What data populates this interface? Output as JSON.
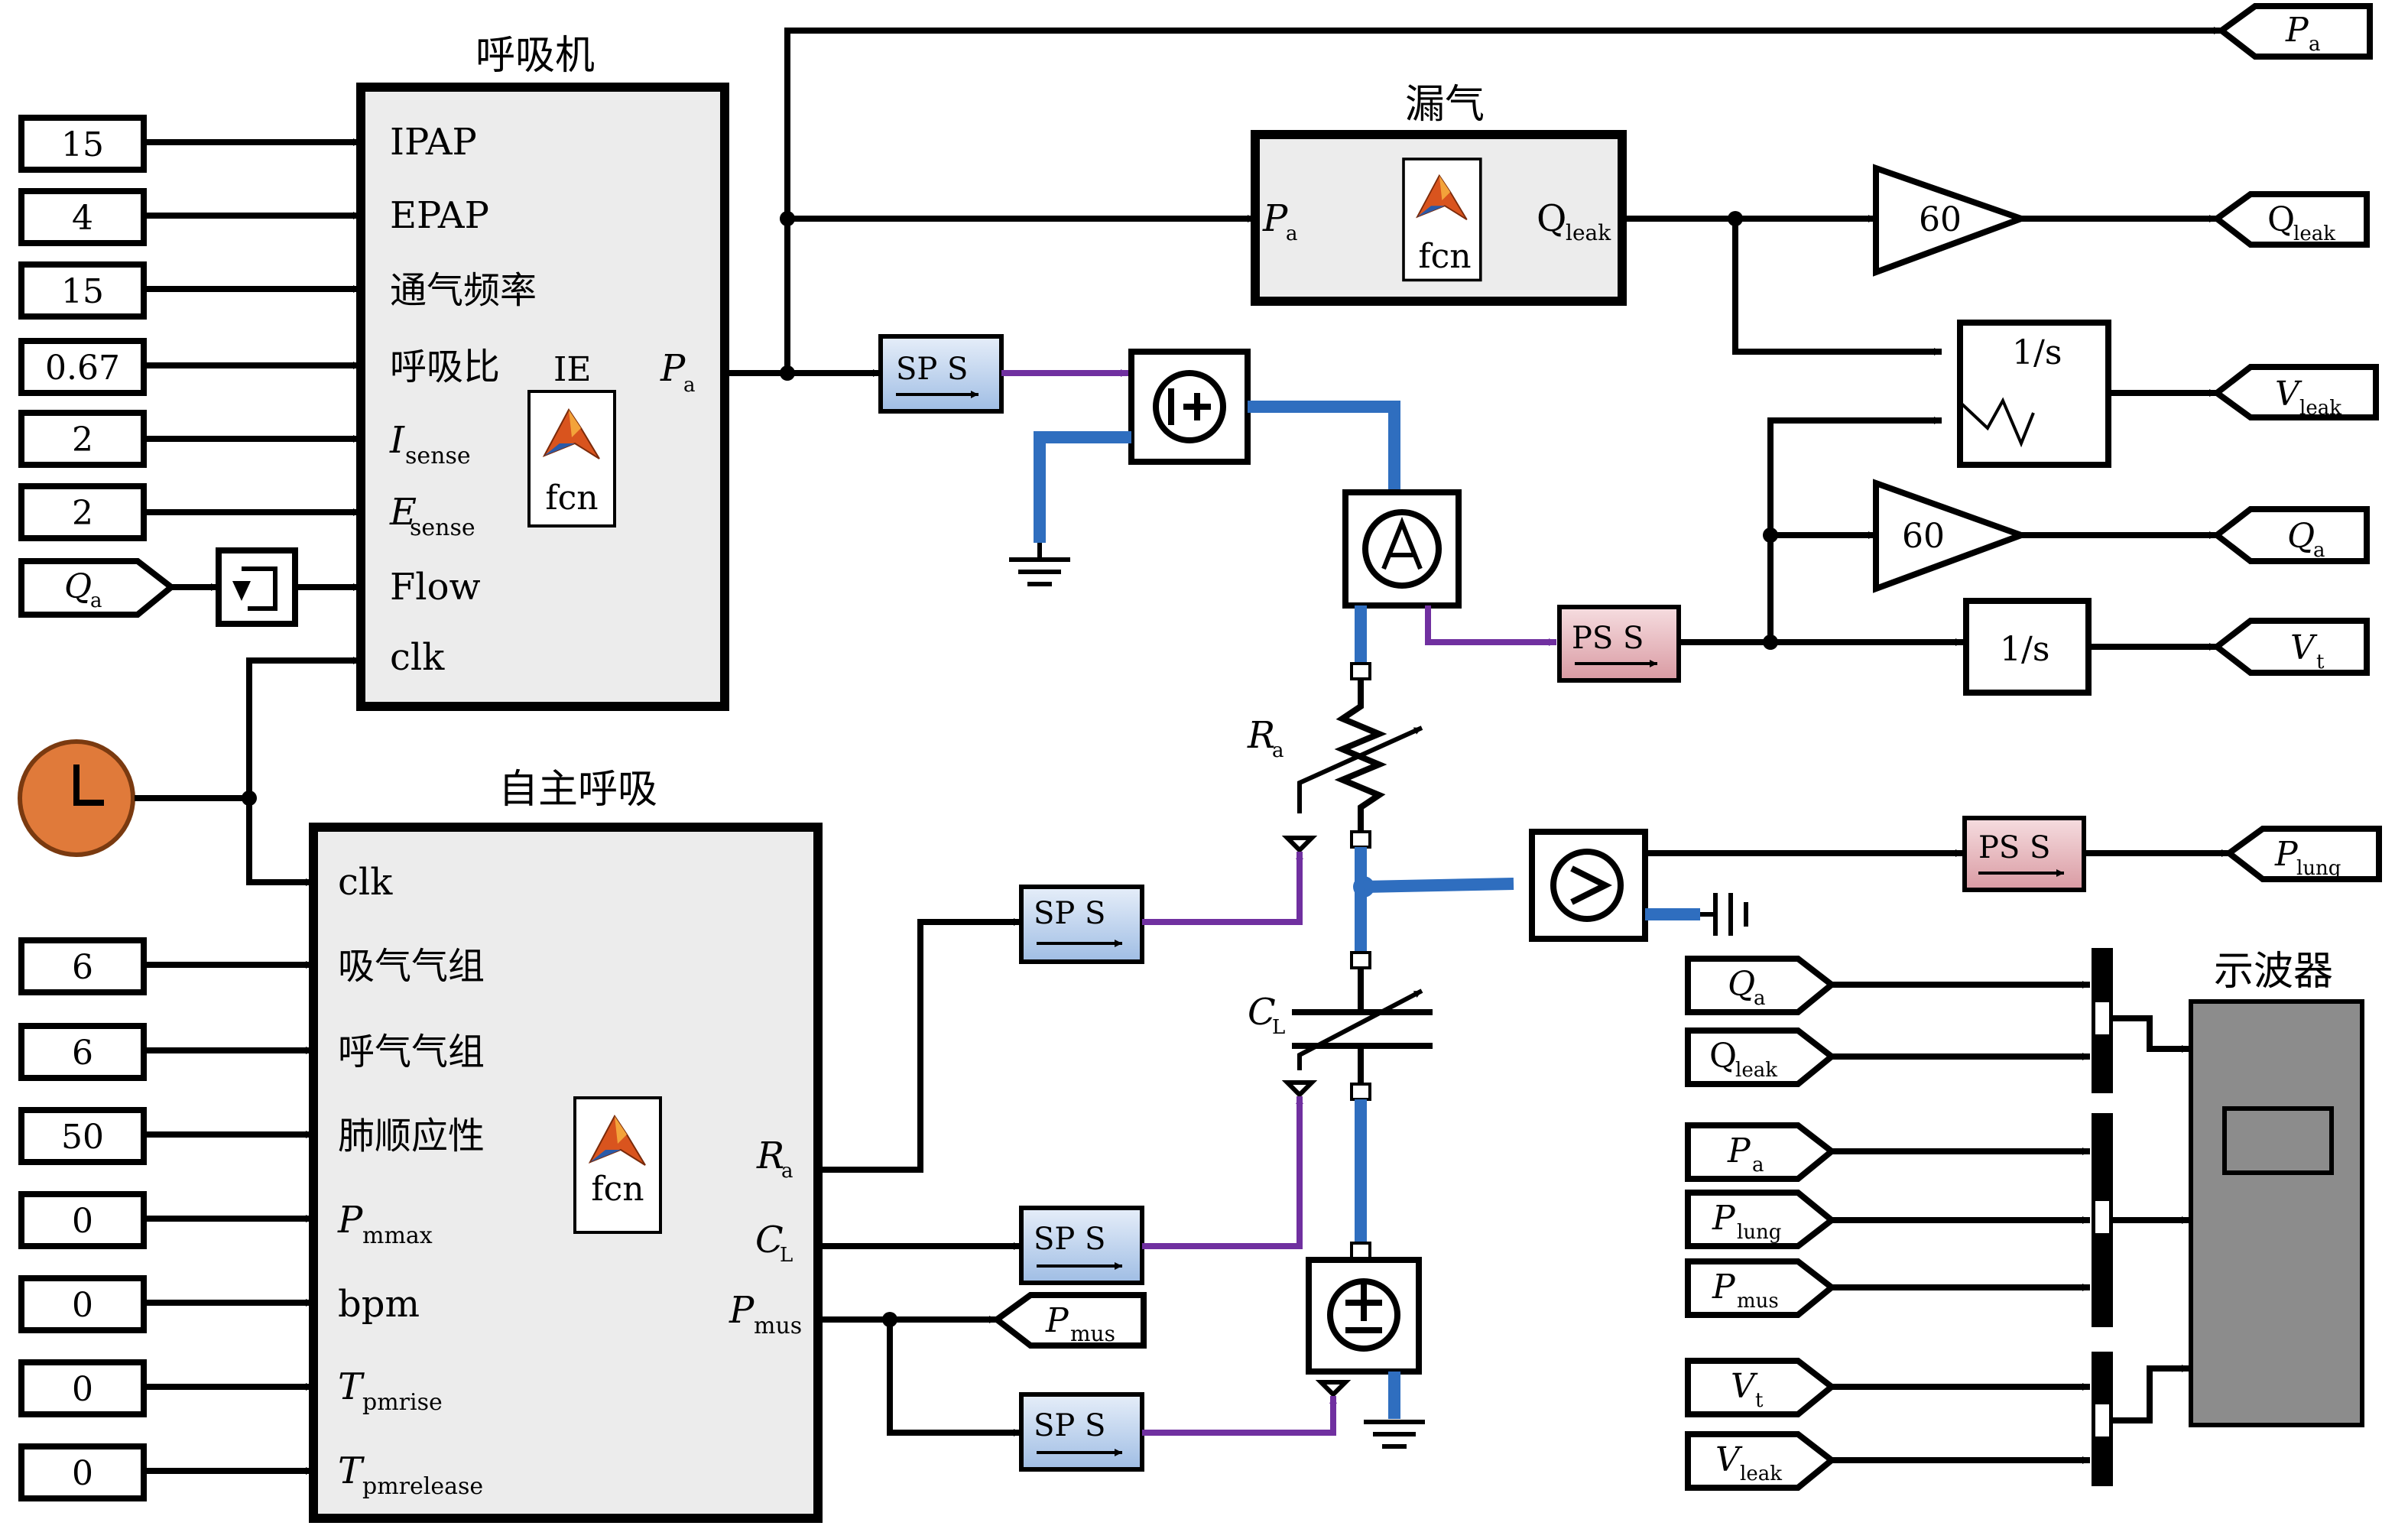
{
  "ventilator": {
    "title": "呼吸机",
    "ports_in": [
      "IPAP",
      "EPAP",
      "通气频率",
      "呼吸比",
      "I",
      "E",
      "Flow",
      "clk"
    ],
    "port_subs": {
      "isense": "sense",
      "esense": "sense"
    },
    "center_label": "IE",
    "fcn_label": "fcn",
    "out_main": "P",
    "out_sub": "a"
  },
  "ventilator_constants": [
    "15",
    "4",
    "15",
    "0.67",
    "2",
    "2"
  ],
  "flow_source": {
    "main": "Q",
    "sub": "a"
  },
  "leak": {
    "title": "漏气",
    "in_main": "P",
    "in_sub": "a",
    "fcn_label": "fcn",
    "out_main": "Q",
    "out_sub": "leak"
  },
  "spontaneous": {
    "title": "自主呼吸",
    "ports_in": [
      "clk",
      "吸气气组",
      "呼气气组",
      "肺顺应性",
      "P",
      "bpm",
      "T",
      "T"
    ],
    "port_subs": {
      "pmmax": "mmax",
      "tpmrise": "pmrise",
      "tpmrelease": "pmrelease"
    },
    "fcn_label": "fcn",
    "outs": [
      {
        "main": "R",
        "sub": "a"
      },
      {
        "main": "C",
        "sub": "L"
      },
      {
        "main": "P",
        "sub": "mus"
      }
    ]
  },
  "spontaneous_constants": [
    "6",
    "6",
    "50",
    "0",
    "0",
    "0",
    "0"
  ],
  "gains": {
    "leak": "60",
    "flow": "60"
  },
  "integrators": {
    "leak": "1/s",
    "volume": "1/s"
  },
  "converters": {
    "sps": "SP S",
    "pss": "PS S"
  },
  "goto_tags": {
    "pa": {
      "main": "P",
      "sub": "a"
    },
    "qleak": {
      "main": "Q",
      "sub": "leak"
    },
    "vleak": {
      "main": "V",
      "sub": "leak"
    },
    "qa": {
      "main": "Q",
      "sub": "a"
    },
    "vt": {
      "main": "V",
      "sub": "t"
    },
    "plung": {
      "main": "P",
      "sub": "lung"
    },
    "pmus": {
      "main": "P",
      "sub": "mus"
    }
  },
  "physical": {
    "ra": {
      "main": "R",
      "sub": "a"
    },
    "cl": {
      "main": "C",
      "sub": "L"
    }
  },
  "scope": {
    "title": "示波器",
    "from_tags": [
      {
        "main": "Q",
        "sub": "a"
      },
      {
        "main": "Q",
        "sub": "leak"
      },
      {
        "main": "P",
        "sub": "a"
      },
      {
        "main": "P",
        "sub": "lung"
      },
      {
        "main": "P",
        "sub": "mus"
      },
      {
        "main": "V",
        "sub": "t"
      },
      {
        "main": "V",
        "sub": "leak"
      }
    ]
  },
  "colors": {
    "block_fill": "#ececec",
    "physical_wire": "#2f6ebf",
    "signal_wire": "#7030a0",
    "clock": "#e07a3a",
    "scope": "#8c8c8c",
    "sps_fill": "#c9daf0",
    "pss_fill": "#e8b7bd"
  }
}
